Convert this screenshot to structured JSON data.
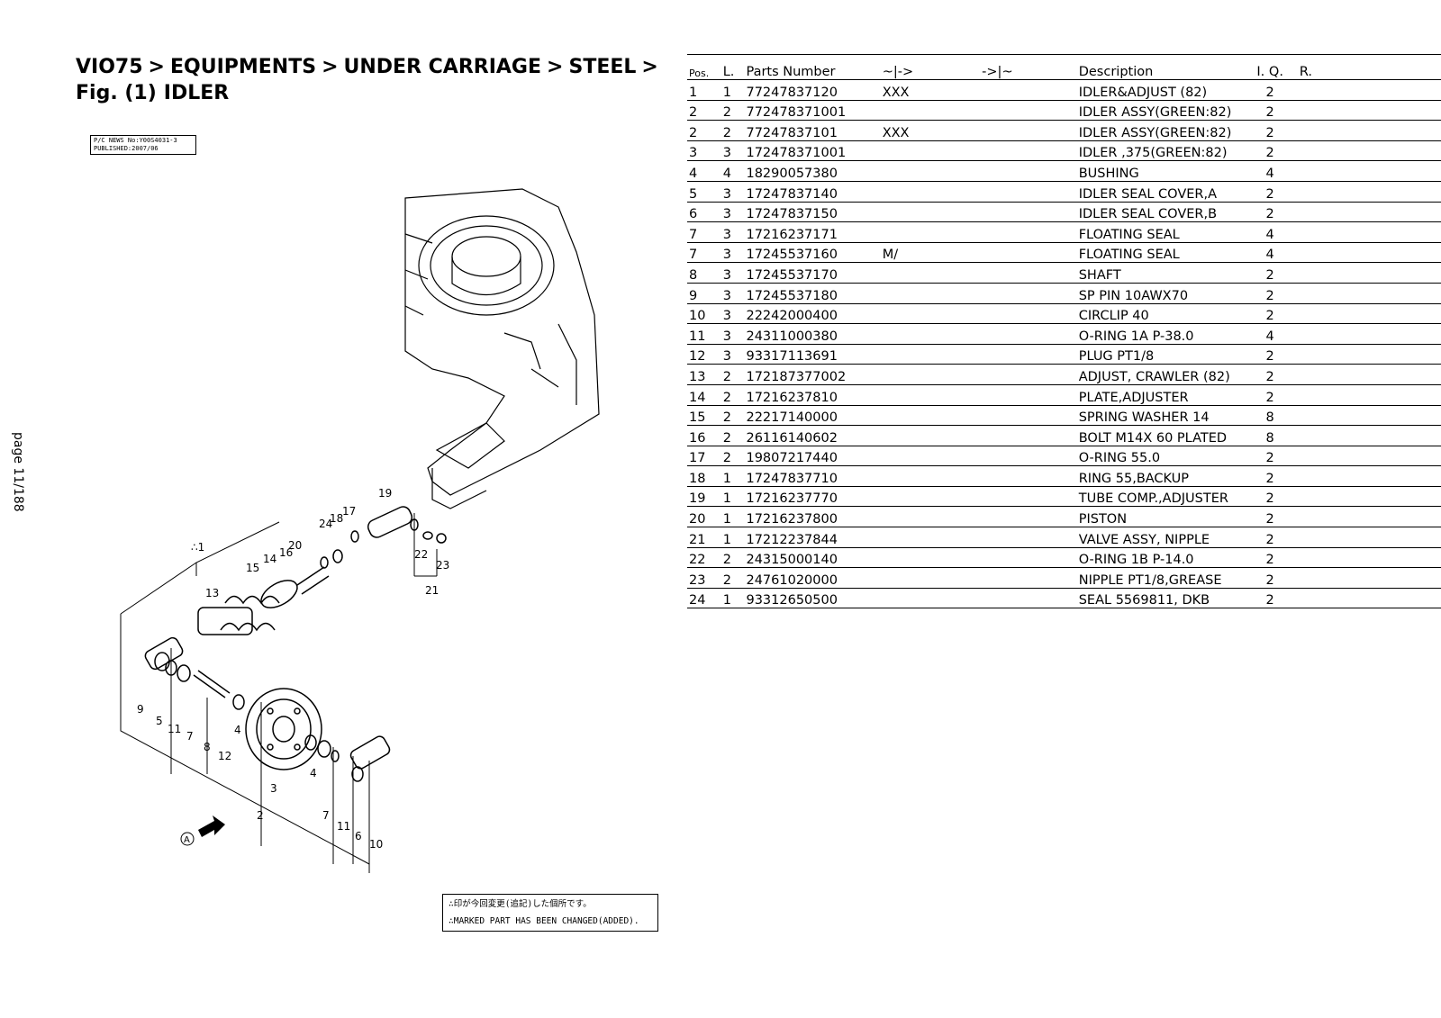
{
  "page_number": "page 11/188",
  "breadcrumb": {
    "items": [
      "VIO75",
      "EQUIPMENTS",
      "UNDER CARRIAGE",
      "STEEL"
    ],
    "separator": ">",
    "fig_prefix": "Fig. (1)",
    "fig_name": "IDLER"
  },
  "news_box": {
    "line1": "P/C NEWS No:Y00S4031-3",
    "line2": "PUBLISHED:2007/06"
  },
  "notice": {
    "line1": "∴印が今回変更(追記)した個所です。",
    "line2": "∴MARKED PART HAS BEEN CHANGED(ADDED)."
  },
  "diagram_labels": {
    "l1": "∴1",
    "l2": "2",
    "l3": "3",
    "l4a": "4",
    "l4b": "4",
    "l5": "5",
    "l6": "6",
    "l7a": "7",
    "l7b": "7",
    "l8": "8",
    "l9": "9",
    "l10": "10",
    "l11a": "11",
    "l11b": "11",
    "l12": "12",
    "l13": "13",
    "l14": "14",
    "l15": "15",
    "l16": "16",
    "l17": "17",
    "l18": "18",
    "l19": "19",
    "l20": "20",
    "l21": "21",
    "l22": "22",
    "l23": "23",
    "l24": "24",
    "arrow": "A"
  },
  "table": {
    "headers": {
      "pos": "Pos.",
      "l": "L.",
      "pn": "Parts Number",
      "from": "~|->",
      "to": "->|~",
      "desc": "Description",
      "iq": "I. Q.",
      "r": "R."
    },
    "rows": [
      {
        "pos": "1",
        "l": "1",
        "pn": "77247837120",
        "from": "XXX",
        "to": "",
        "desc": "IDLER&ADJUST    (82)",
        "iq": "2",
        "r": ""
      },
      {
        "pos": "2",
        "l": "2",
        "pn": "772478371001",
        "from": "",
        "to": "",
        "desc": "IDLER ASSY(GREEN:82)",
        "iq": "2",
        "r": ""
      },
      {
        "pos": "2",
        "l": "2",
        "pn": "77247837101",
        "from": "XXX",
        "to": "",
        "desc": "IDLER ASSY(GREEN:82)",
        "iq": "2",
        "r": ""
      },
      {
        "pos": "3",
        "l": "3",
        "pn": "172478371001",
        "from": "",
        "to": "",
        "desc": "IDLER ,375(GREEN:82)",
        "iq": "2",
        "r": ""
      },
      {
        "pos": "4",
        "l": "4",
        "pn": "18290057380",
        "from": "",
        "to": "",
        "desc": "BUSHING",
        "iq": "4",
        "r": ""
      },
      {
        "pos": "5",
        "l": "3",
        "pn": "17247837140",
        "from": "",
        "to": "",
        "desc": "IDLER SEAL COVER,A",
        "iq": "2",
        "r": ""
      },
      {
        "pos": "6",
        "l": "3",
        "pn": "17247837150",
        "from": "",
        "to": "",
        "desc": "IDLER SEAL COVER,B",
        "iq": "2",
        "r": ""
      },
      {
        "pos": "7",
        "l": "3",
        "pn": "17216237171",
        "from": "",
        "to": "",
        "desc": "FLOATING SEAL",
        "iq": "4",
        "r": ""
      },
      {
        "pos": "7",
        "l": "3",
        "pn": "17245537160",
        "from": "M/",
        "to": "",
        "desc": "FLOATING SEAL",
        "iq": "4",
        "r": ""
      },
      {
        "pos": "8",
        "l": "3",
        "pn": "17245537170",
        "from": "",
        "to": "",
        "desc": "SHAFT",
        "iq": "2",
        "r": ""
      },
      {
        "pos": "9",
        "l": "3",
        "pn": "17245537180",
        "from": "",
        "to": "",
        "desc": "SP PIN 10AWX70",
        "iq": "2",
        "r": ""
      },
      {
        "pos": "10",
        "l": "3",
        "pn": "22242000400",
        "from": "",
        "to": "",
        "desc": "CIRCLIP   40",
        "iq": "2",
        "r": ""
      },
      {
        "pos": "11",
        "l": "3",
        "pn": "24311000380",
        "from": "",
        "to": "",
        "desc": "O-RING 1A P-38.0",
        "iq": "4",
        "r": ""
      },
      {
        "pos": "12",
        "l": "3",
        "pn": "93317113691",
        "from": "",
        "to": "",
        "desc": "PLUG PT1/8",
        "iq": "2",
        "r": ""
      },
      {
        "pos": "13",
        "l": "2",
        "pn": "172187377002",
        "from": "",
        "to": "",
        "desc": "ADJUST, CRAWLER (82)",
        "iq": "2",
        "r": ""
      },
      {
        "pos": "14",
        "l": "2",
        "pn": "17216237810",
        "from": "",
        "to": "",
        "desc": "PLATE,ADJUSTER",
        "iq": "2",
        "r": ""
      },
      {
        "pos": "15",
        "l": "2",
        "pn": "22217140000",
        "from": "",
        "to": "",
        "desc": "SPRING WASHER 14",
        "iq": "8",
        "r": ""
      },
      {
        "pos": "16",
        "l": "2",
        "pn": "26116140602",
        "from": "",
        "to": "",
        "desc": "BOLT M14X 60 PLATED",
        "iq": "8",
        "r": ""
      },
      {
        "pos": "17",
        "l": "2",
        "pn": "19807217440",
        "from": "",
        "to": "",
        "desc": "O-RING 55.0",
        "iq": "2",
        "r": ""
      },
      {
        "pos": "18",
        "l": "1",
        "pn": "17247837710",
        "from": "",
        "to": "",
        "desc": "RING 55,BACKUP",
        "iq": "2",
        "r": ""
      },
      {
        "pos": "19",
        "l": "1",
        "pn": "17216237770",
        "from": "",
        "to": "",
        "desc": "TUBE COMP.,ADJUSTER",
        "iq": "2",
        "r": ""
      },
      {
        "pos": "20",
        "l": "1",
        "pn": "17216237800",
        "from": "",
        "to": "",
        "desc": "PISTON",
        "iq": "2",
        "r": ""
      },
      {
        "pos": "21",
        "l": "1",
        "pn": "17212237844",
        "from": "",
        "to": "",
        "desc": "VALVE ASSY, NIPPLE",
        "iq": "2",
        "r": ""
      },
      {
        "pos": "22",
        "l": "2",
        "pn": "24315000140",
        "from": "",
        "to": "",
        "desc": "O-RING 1B P-14.0",
        "iq": "2",
        "r": ""
      },
      {
        "pos": "23",
        "l": "2",
        "pn": "24761020000",
        "from": "",
        "to": "",
        "desc": "NIPPLE PT1/8,GREASE",
        "iq": "2",
        "r": ""
      },
      {
        "pos": "24",
        "l": "1",
        "pn": "93312650500",
        "from": "",
        "to": "",
        "desc": "SEAL 5569811, DKB",
        "iq": "2",
        "r": ""
      }
    ]
  }
}
